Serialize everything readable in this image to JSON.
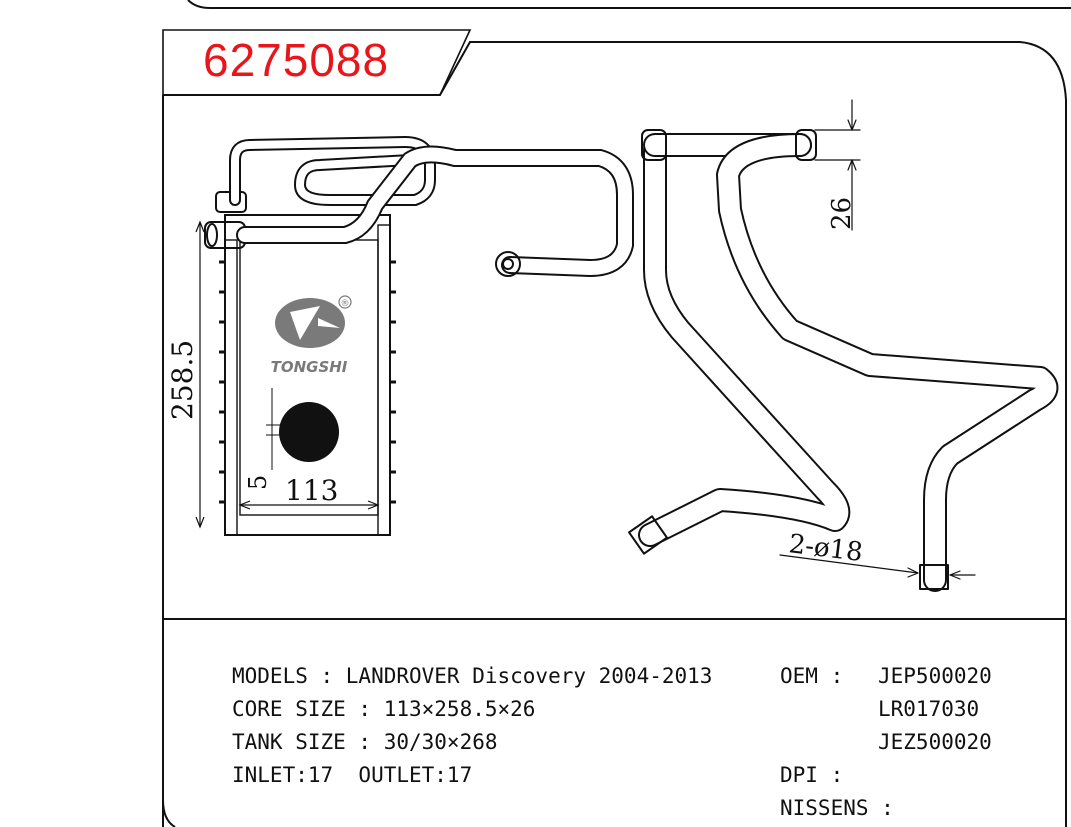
{
  "part_number": "6275088",
  "colors": {
    "part_number": "#e8151b",
    "line": "#111111",
    "logo_gray": "#7a7a7a"
  },
  "logo": {
    "brand": "TONGSHI",
    "mark": "®"
  },
  "dimensions": {
    "height": "258.5",
    "width": "113",
    "thickness": "26",
    "offset": "5",
    "pipe": "2-ø18"
  },
  "specs": {
    "models_label": "MODELS : LANDROVER Discovery 2004-2013",
    "core_label": "CORE SIZE : 113×258.5×26",
    "tank_label": "TANK SIZE : 30/30×268",
    "inlet_outlet": "INLET:17  OUTLET:17",
    "oem_label": "OEM :",
    "oem_numbers": [
      "JEP500020",
      "LR017030",
      "JEZ500020"
    ],
    "dpi_label": "DPI :",
    "nissens_label": "NISSENS :"
  }
}
